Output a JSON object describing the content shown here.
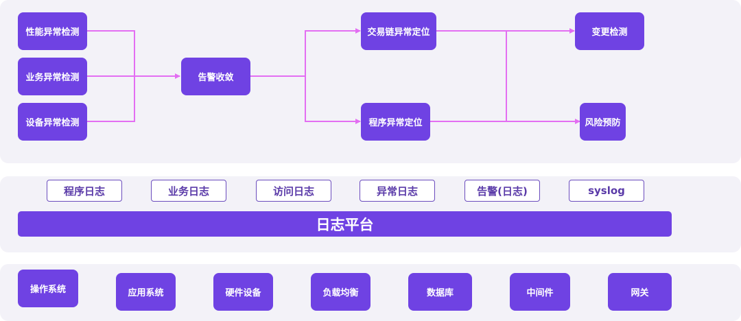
{
  "flow": {
    "detections": [
      "性能异常检测",
      "业务异常检测",
      "设备异常检测"
    ],
    "convergence": "告警收敛",
    "locators": [
      "交易链异常定位",
      "程序异常定位"
    ],
    "outputs": [
      "变更检测",
      "风险预防"
    ]
  },
  "logs": {
    "tags": [
      "程序日志",
      "业务日志",
      "访问日志",
      "异常日志",
      "告警(日志)",
      "syslog"
    ],
    "platform": "日志平台"
  },
  "infrastructure": {
    "items": [
      "操作系统",
      "应用系统",
      "硬件设备",
      "负载均衡",
      "数据库",
      "中间件",
      "网关"
    ]
  },
  "colors": {
    "box": "#6f42e3",
    "connector": "#e36ef2",
    "panel": "#f3f2f8"
  }
}
